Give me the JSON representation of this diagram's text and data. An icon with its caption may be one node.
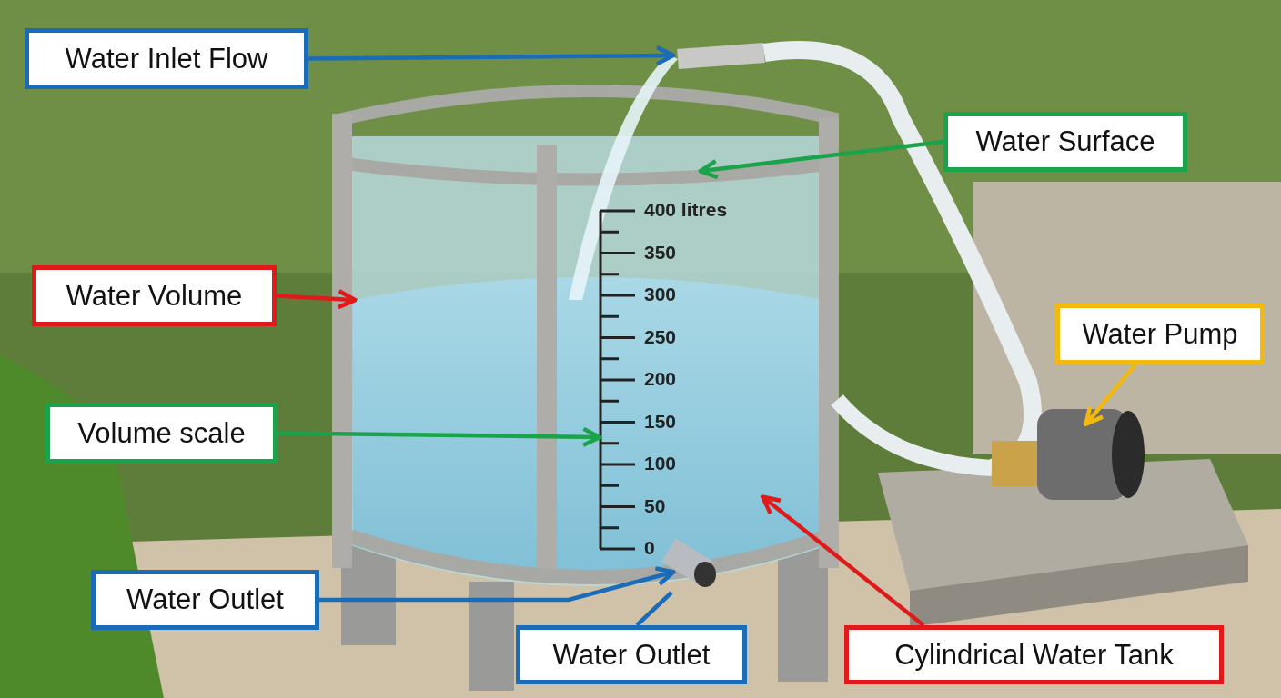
{
  "diagram": {
    "nodes": [
      {
        "text": [
          "Water Inlet Flow"
        ]
      },
      {
        "text": [
          "Water Surface"
        ]
      },
      {
        "text": [
          "Water Volume"
        ]
      },
      {
        "text": [
          "Water Pump"
        ]
      },
      {
        "text": [
          "Volume scale"
        ]
      },
      {
        "text": [
          "Water Outlet"
        ]
      },
      {
        "text": [
          "Water Outlet"
        ]
      },
      {
        "text": [
          "Cylindrical Water Tank"
        ]
      },
      {
        "text": [],
        "shape": "scale"
      }
    ],
    "edges": [
      {
        "from": 0,
        "to": null,
        "arrow": "to",
        "color": "#1a6bb8"
      },
      {
        "from": 1,
        "to": null,
        "arrow": "to",
        "color": "#1aa34a"
      },
      {
        "from": 2,
        "to": null,
        "arrow": "to",
        "color": "#e01a1a"
      },
      {
        "from": 3,
        "to": null,
        "arrow": "to",
        "color": "#f2b90f"
      },
      {
        "from": 4,
        "to": 8,
        "arrow": "to",
        "color": "#1aa34a"
      },
      {
        "from": 5,
        "to": null,
        "arrow": "to",
        "color": "#1a6bb8"
      },
      {
        "from": 6,
        "to": null,
        "arrow": "none",
        "color": "#1a6bb8"
      },
      {
        "from": 7,
        "to": null,
        "arrow": "to",
        "color": "#e01a1a"
      }
    ],
    "labels": [
      "400 litres",
      "350",
      "300",
      "250",
      "200",
      "150",
      "100",
      "50",
      "0"
    ]
  }
}
